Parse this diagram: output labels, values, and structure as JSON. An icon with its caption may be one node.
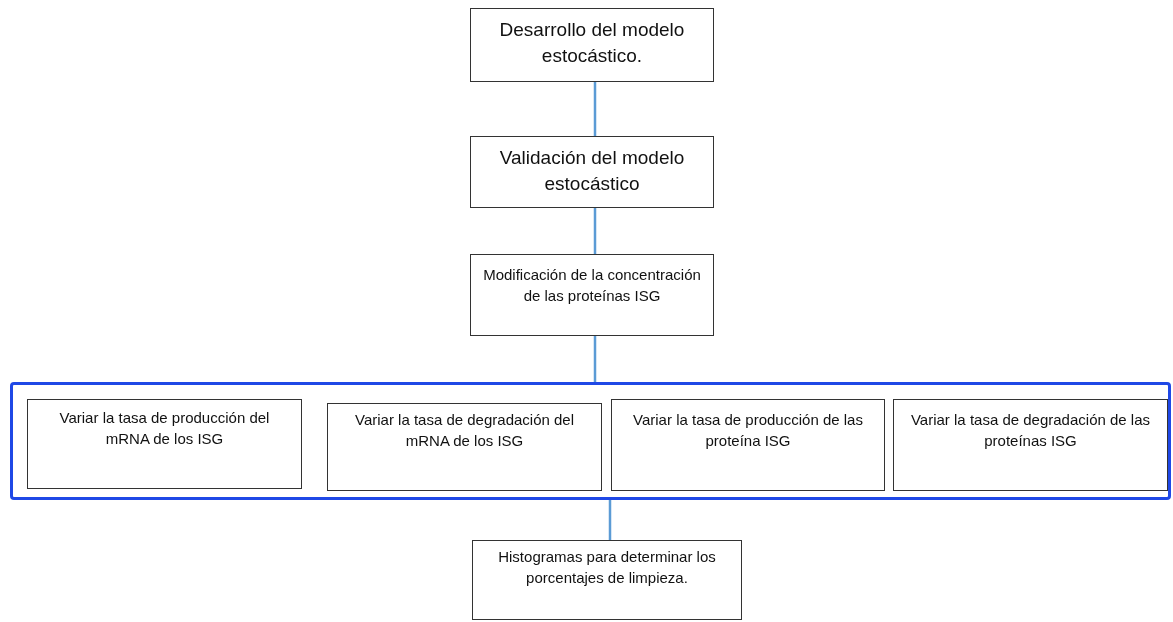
{
  "diagram": {
    "nodes": [
      {
        "text": [
          "Desarrollo del modelo estocástico."
        ]
      },
      {
        "text": [
          "Validación del modelo estocástico"
        ]
      },
      {
        "text": [
          "Modificación de la concentración de las proteínas ISG"
        ]
      },
      {
        "text": [],
        "shape": "box"
      },
      {
        "text": [
          "Variar la tasa de producción del mRNA de los ISG"
        ],
        "in": 3
      },
      {
        "text": [
          "Variar la tasa de degradación del mRNA de los ISG"
        ],
        "in": 3
      },
      {
        "text": [
          "Variar la tasa de producción de las proteína ISG"
        ],
        "in": 3
      },
      {
        "text": [
          "Variar la tasa de degradación de las proteínas ISG"
        ],
        "in": 3
      },
      {
        "text": [
          "Histogramas para determinar los porcentajes de limpieza."
        ]
      }
    ],
    "edges": [
      {
        "from": 0,
        "to": 1,
        "arrow": "none"
      },
      {
        "from": 1,
        "to": 2,
        "arrow": "none"
      },
      {
        "from": 2,
        "to": 3,
        "arrow": "none"
      },
      {
        "from": 3,
        "to": 8,
        "arrow": "none"
      }
    ]
  }
}
